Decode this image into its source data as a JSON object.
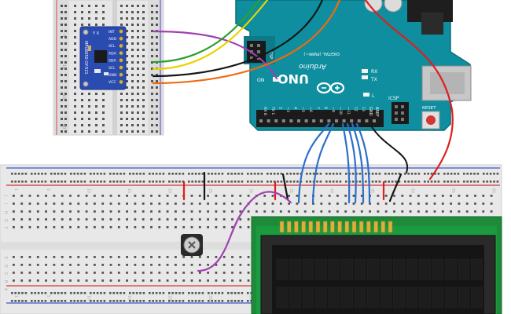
{
  "sensor": {
    "pins": [
      "INT",
      "ADO",
      "XCL",
      "XDA",
      "SDA",
      "SCL",
      "GND",
      "VCC"
    ],
    "name": "MPU6050 GY-521",
    "axes": "Y X"
  },
  "arduino": {
    "brand": "Arduino",
    "model": "UNO",
    "on": "ON",
    "tx": "TX",
    "rx": "RX",
    "led": "L",
    "icsp": "ICSP",
    "icsp1": "ICSP",
    "reset": "RESET",
    "digital": "DIGITAL (PWM~)",
    "aref": "AREF",
    "gnd": "GND",
    "pin_labels": [
      "13",
      "12",
      "~11",
      "~10",
      "~9",
      "8",
      "7",
      "~6",
      "~5",
      "4",
      "~3",
      "2",
      "TX 1",
      "RX 0"
    ]
  },
  "breadboard": {
    "row_letters": [
      "J",
      "I",
      "H",
      "G",
      "F",
      "E",
      "D",
      "C",
      "B",
      "A"
    ],
    "col_numbers": [
      "1",
      "5",
      "10",
      "15",
      "20",
      "25",
      "30",
      "35",
      "40",
      "45",
      "50",
      "55",
      "60"
    ],
    "small_numbers": [
      "5",
      "10",
      "15",
      "20"
    ]
  }
}
